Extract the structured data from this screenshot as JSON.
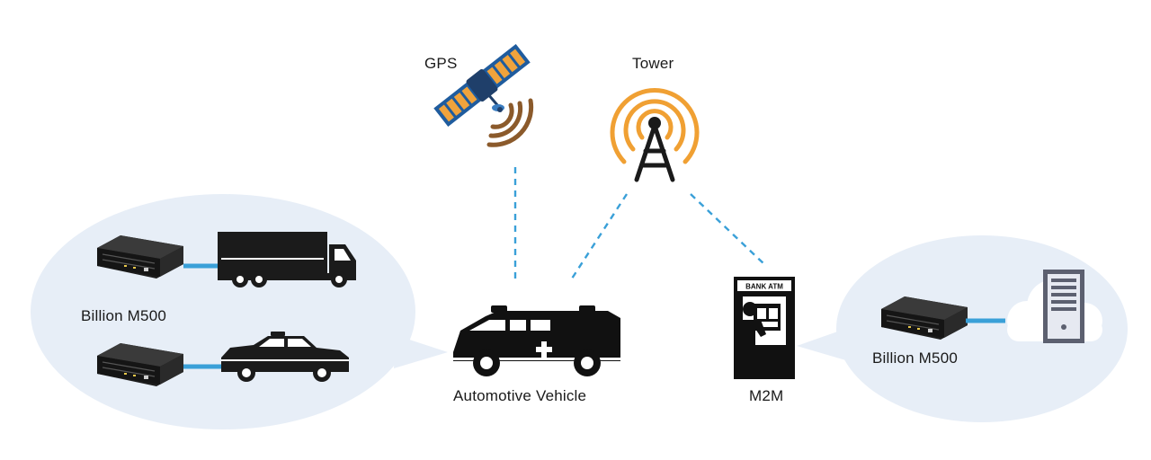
{
  "labels": {
    "gps": "GPS",
    "tower": "Tower",
    "left_device": "Billion M500",
    "automotive": "Automotive Vehicle",
    "m2m": "M2M",
    "right_device": "Billion M500",
    "atm_sign": "BANK ATM"
  },
  "colors": {
    "bubble": "#e7eef7",
    "link": "#3aa0d8",
    "tower": "#f0a033",
    "satellite_panel": "#f0a33c",
    "satellite_frame": "#1f5c9e",
    "signal": "#8b5a2b",
    "vehicle": "#111111"
  },
  "icons": [
    "satellite-icon",
    "tower-icon",
    "router-icon",
    "truck-icon",
    "taxi-icon",
    "ambulance-icon",
    "atm-icon",
    "cloud-icon",
    "server-icon"
  ]
}
